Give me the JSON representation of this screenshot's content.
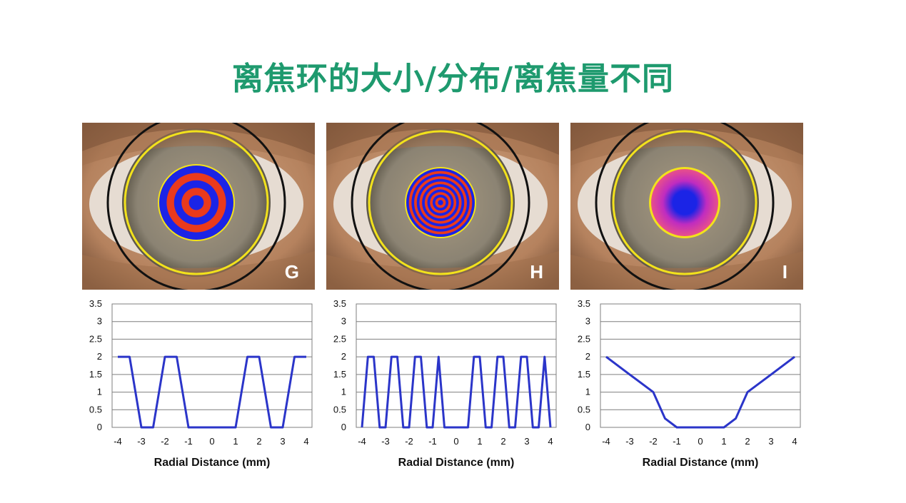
{
  "slide": {
    "title": "离焦环的大小/分布/离焦量不同",
    "title_color": "#1e9a6e"
  },
  "panels": [
    {
      "letter": "G",
      "style": "rings",
      "rings": [
        "#1b24e6",
        "#ea3a1c",
        "#1b24e6",
        "#ea3a1c",
        "#1b24e6"
      ]
    },
    {
      "letter": "H",
      "style": "rings",
      "rings": [
        "#1b24e6",
        "#ea3a1c",
        "#1b24e6",
        "#ea3a1c",
        "#1b24e6",
        "#ea3a1c",
        "#1b24e6",
        "#ea3a1c",
        "#1b24e6",
        "#ea3a1c",
        "#1b24e6",
        "#ea3a1c",
        "#1b24e6"
      ]
    },
    {
      "letter": "I",
      "style": "gradient",
      "gradient": [
        "#1b24e6",
        "#c02cc0",
        "#e8508a"
      ]
    }
  ],
  "colors": {
    "line": "#2b35c9",
    "grid": "#7f7f7f",
    "yellow_ring": "#f2e21c",
    "black_ring": "#111111",
    "skin": "#b5825e",
    "iris": "#8b8373"
  },
  "chart_data": [
    {
      "type": "line",
      "xlabel": "Radial Distance (mm)",
      "ylabel": "",
      "xlim": [
        -4,
        4
      ],
      "ylim": [
        0,
        3.5
      ],
      "xticks": [
        "-4",
        "-3",
        "-2",
        "-1",
        "0",
        "1",
        "2",
        "3",
        "4"
      ],
      "yticks": [
        "0",
        "0.5",
        "1",
        "1.5",
        "2",
        "2.5",
        "3",
        "3.5"
      ],
      "grid": true,
      "series": [
        {
          "x": [
            -4,
            -3.5,
            -3,
            -2.5,
            -2,
            -1.5,
            -1,
            1,
            1.5,
            2,
            2.5,
            3,
            3.5,
            4
          ],
          "y": [
            2,
            2,
            0,
            0,
            2,
            2,
            0,
            0,
            2,
            2,
            0,
            0,
            2,
            2
          ]
        }
      ]
    },
    {
      "type": "line",
      "xlabel": "Radial Distance (mm)",
      "ylabel": "",
      "xlim": [
        -4,
        4
      ],
      "ylim": [
        0,
        3.5
      ],
      "xticks": [
        "-4",
        "-3",
        "-2",
        "-1",
        "0",
        "1",
        "2",
        "3",
        "4"
      ],
      "yticks": [
        "0",
        "0.5",
        "1",
        "1.5",
        "2",
        "2.5",
        "3",
        "3.5"
      ],
      "grid": true,
      "series": [
        {
          "x": [
            -4,
            -3.75,
            -3.5,
            -3.25,
            -3,
            -2.75,
            -2.5,
            -2.25,
            -2,
            -1.75,
            -1.5,
            -1.25,
            -1,
            -0.75,
            -0.5,
            0.5,
            0.75,
            1,
            1.25,
            1.5,
            1.75,
            2,
            2.25,
            2.5,
            2.75,
            3,
            3.25,
            3.5,
            3.75,
            4
          ],
          "y": [
            0,
            2,
            2,
            0,
            0,
            2,
            2,
            0,
            0,
            2,
            2,
            0,
            0,
            2,
            0,
            0,
            2,
            2,
            0,
            0,
            2,
            2,
            0,
            0,
            2,
            2,
            0,
            0,
            2,
            0
          ]
        }
      ]
    },
    {
      "type": "line",
      "xlabel": "Radial Distance (mm)",
      "ylabel": "",
      "xlim": [
        -4,
        4
      ],
      "ylim": [
        0,
        3.5
      ],
      "xticks": [
        "-4",
        "-3",
        "-2",
        "-1",
        "0",
        "1",
        "2",
        "3",
        "4"
      ],
      "yticks": [
        "0",
        "0.5",
        "1",
        "1.5",
        "2",
        "2.5",
        "3",
        "3.5"
      ],
      "grid": true,
      "series": [
        {
          "x": [
            -4,
            -3,
            -2,
            -1.5,
            -1,
            0,
            1,
            1.5,
            2,
            3,
            4
          ],
          "y": [
            2,
            1.5,
            1,
            0.25,
            0,
            0,
            0,
            0.25,
            1,
            1.5,
            2
          ]
        }
      ]
    }
  ]
}
